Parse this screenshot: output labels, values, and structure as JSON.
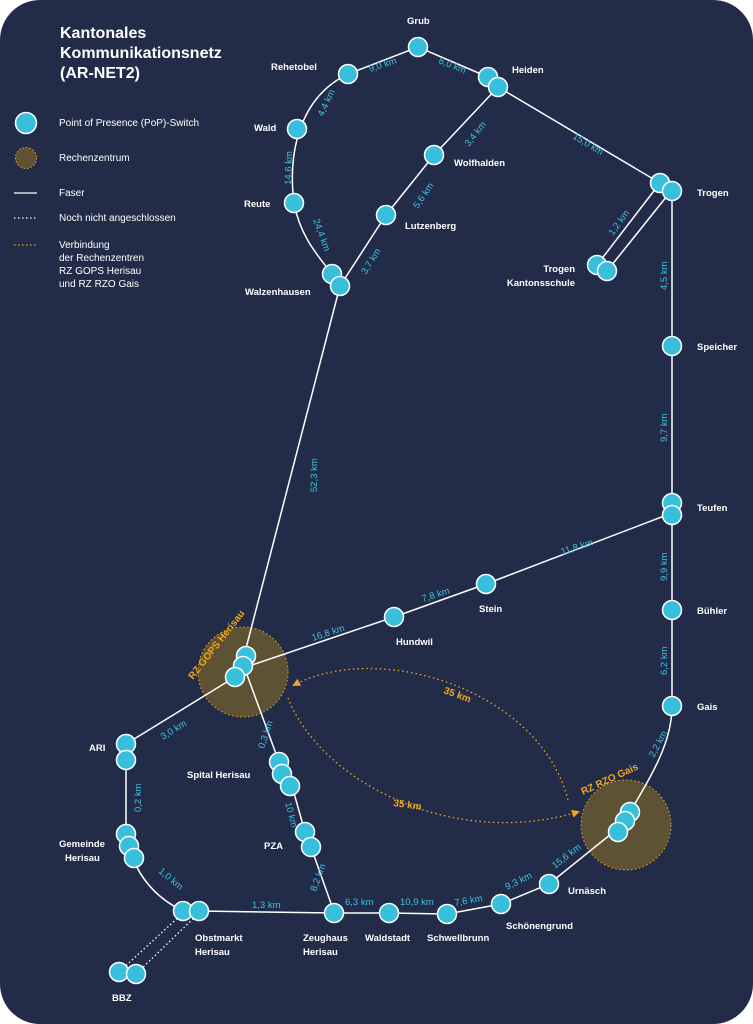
{
  "title": [
    "Kantonales",
    "Kommunikationsnetz",
    "(AR-NET2)"
  ],
  "legend": {
    "pop_switch": "Point of Presence (PoP)-Switch",
    "datacenter": "Rechenzentrum",
    "fiber": "Faser",
    "not_connected": "Noch nicht angeschlossen",
    "dc_link": [
      "Verbindung",
      "der Rechenzentren",
      "RZ GOPS Herisau",
      "und RZ RZO Gais"
    ]
  },
  "colors": {
    "background": "#222c48",
    "node": "#37bfdc",
    "datacenter": "#5d5234",
    "dc_link": "#f0a81e",
    "line": "#ffffff"
  },
  "nodes": {
    "grub": "Grub",
    "rehetobel": "Rehetobel",
    "heiden": "Heiden",
    "wald": "Wald",
    "wolfhalden": "Wolfhalden",
    "trogen": "Trogen",
    "reute": "Reute",
    "lutzenberg": "Lutzenberg",
    "trogen_ks": [
      "Trogen",
      "Kantonsschule"
    ],
    "walzenhausen": "Walzenhausen",
    "speicher": "Speicher",
    "teufen": "Teufen",
    "stein": "Stein",
    "buehler": "Bühler",
    "hundwil": "Hundwil",
    "gais": "Gais",
    "ari": "ARI",
    "spital": "Spital Herisau",
    "gemeinde": [
      "Gemeinde",
      "Herisau"
    ],
    "pza": "PZA",
    "urnaesch": "Urnäsch",
    "schoenengrund": "Schönengrund",
    "obstmarkt": [
      "Obstmarkt",
      "Herisau"
    ],
    "zeughaus": [
      "Zeughaus",
      "Herisau"
    ],
    "waldstadt": "Waldstadt",
    "schwellbrunn": "Schwellbrunn",
    "bbz": "BBZ"
  },
  "datacenters": {
    "gops": "RZ GOPS Herisau",
    "rzo": "RZ RZO Gais"
  },
  "distances": {
    "rehetobel_grub": "9,0 km",
    "grub_heiden": "6,0 km",
    "wald_rehetobel": "4,4 km",
    "heiden_wolfhalden": "3,4 km",
    "heiden_trogen": "15,0 km",
    "reute_wald": "14,6 km",
    "wolfhalden_lutzenberg": "5,6 km",
    "trogen_ks": "1,2 km",
    "walzenhausen_reute": "24,4 km",
    "lutzenberg_walzenhausen": "3,7 km",
    "trogen_speicher": "4,5 km",
    "gops_walzenhausen": "52,3 km",
    "speicher_teufen": "9,7 km",
    "stein_teufen": "11,8 km",
    "teufen_buehler": "9,9 km",
    "hundwil_stein": "7,8 km",
    "gops_hundwil": "16,8 km",
    "buehler_gais": "6,2 km",
    "dc_link_top": "35 km",
    "ari_gops": "3,0 km",
    "gops_spital": "0,3 km",
    "gais_rzo": "2,2 km",
    "ari_gemeinde": "0,2 km",
    "dc_link_bottom": "35 km",
    "spital_pza": "10 km",
    "urnaesch_rzo": "15,6 km",
    "gemeinde_obstmarkt": "1,0 km",
    "pza_zeughaus": "8,2 km",
    "schoenengrund_urnaesch": "9,3 km",
    "obstmarkt_zeughaus": "1,3 km",
    "zeughaus_waldstadt": "6,3 km",
    "waldstadt_schwellbrunn": "10,9 km",
    "schwellbrunn_schoenengrund": "7,6 km"
  }
}
